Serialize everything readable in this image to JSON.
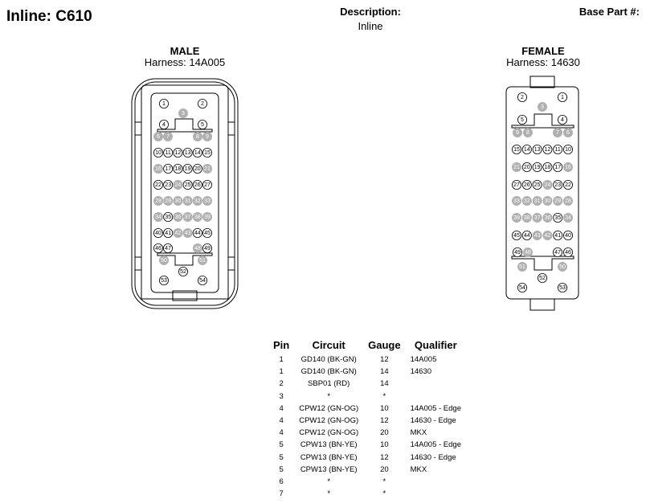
{
  "header": {
    "title": "Inline: C610",
    "description_label": "Description:",
    "description_value": "Inline",
    "base_part_label": "Base Part #:"
  },
  "male": {
    "label": "MALE",
    "harness": "Harness: 14A005"
  },
  "female": {
    "label": "FEMALE",
    "harness": "Harness: 14630"
  },
  "table": {
    "headers": [
      "Pin",
      "Circuit",
      "Gauge",
      "Qualifier"
    ],
    "rows": [
      [
        "1",
        "GD140 (BK-GN)",
        "12",
        "14A005"
      ],
      [
        "1",
        "GD140 (BK-GN)",
        "14",
        "14630"
      ],
      [
        "2",
        "SBP01 (RD)",
        "14",
        ""
      ],
      [
        "3",
        "*",
        "*",
        ""
      ],
      [
        "4",
        "CPW12 (GN-OG)",
        "10",
        "14A005 - Edge"
      ],
      [
        "4",
        "CPW12 (GN-OG)",
        "12",
        "14630 - Edge"
      ],
      [
        "4",
        "CPW12 (GN-OG)",
        "20",
        "MKX"
      ],
      [
        "5",
        "CPW13 (BN-YE)",
        "10",
        "14A005 - Edge"
      ],
      [
        "5",
        "CPW13 (BN-YE)",
        "12",
        "14630 - Edge"
      ],
      [
        "5",
        "CPW13 (BN-YE)",
        "20",
        "MKX"
      ],
      [
        "6",
        "*",
        "*",
        ""
      ],
      [
        "7",
        "*",
        "*",
        ""
      ]
    ]
  },
  "colors": {
    "filled_pin": "#b0b0b0",
    "line": "#000000",
    "background": "#ffffff"
  },
  "male_pins": [
    {
      "n": "1",
      "filled": false
    },
    {
      "n": "2",
      "filled": false
    },
    {
      "n": "3",
      "filled": true
    },
    {
      "n": "4",
      "filled": false
    },
    {
      "n": "5",
      "filled": false
    },
    {
      "n": "6",
      "filled": true
    },
    {
      "n": "7",
      "filled": true
    },
    {
      "n": "8",
      "filled": true
    },
    {
      "n": "9",
      "filled": true
    },
    {
      "n": "10",
      "filled": false
    },
    {
      "n": "11",
      "filled": false
    },
    {
      "n": "12",
      "filled": false
    },
    {
      "n": "13",
      "filled": false
    },
    {
      "n": "14",
      "filled": false
    },
    {
      "n": "15",
      "filled": false
    },
    {
      "n": "16",
      "filled": true
    },
    {
      "n": "17",
      "filled": false
    },
    {
      "n": "18",
      "filled": false
    },
    {
      "n": "19",
      "filled": false
    },
    {
      "n": "20",
      "filled": false
    },
    {
      "n": "21",
      "filled": true
    },
    {
      "n": "22",
      "filled": false
    },
    {
      "n": "23",
      "filled": false
    },
    {
      "n": "24",
      "filled": true
    },
    {
      "n": "25",
      "filled": false
    },
    {
      "n": "26",
      "filled": false
    },
    {
      "n": "27",
      "filled": false
    },
    {
      "n": "28",
      "filled": true
    },
    {
      "n": "29",
      "filled": true
    },
    {
      "n": "30",
      "filled": true
    },
    {
      "n": "31",
      "filled": true
    },
    {
      "n": "32",
      "filled": true
    },
    {
      "n": "33",
      "filled": true
    },
    {
      "n": "34",
      "filled": true
    },
    {
      "n": "35",
      "filled": false
    },
    {
      "n": "36",
      "filled": true
    },
    {
      "n": "37",
      "filled": true
    },
    {
      "n": "38",
      "filled": true
    },
    {
      "n": "39",
      "filled": true
    },
    {
      "n": "40",
      "filled": false
    },
    {
      "n": "41",
      "filled": false
    },
    {
      "n": "42",
      "filled": true
    },
    {
      "n": "43",
      "filled": true
    },
    {
      "n": "44",
      "filled": false
    },
    {
      "n": "45",
      "filled": false
    },
    {
      "n": "46",
      "filled": false
    },
    {
      "n": "47",
      "filled": false
    },
    {
      "n": "48",
      "filled": true
    },
    {
      "n": "49",
      "filled": false
    },
    {
      "n": "50",
      "filled": true
    },
    {
      "n": "51",
      "filled": true
    },
    {
      "n": "52",
      "filled": false
    },
    {
      "n": "53",
      "filled": false
    },
    {
      "n": "54",
      "filled": false
    }
  ],
  "female_pins": [
    {
      "n": "2",
      "filled": false
    },
    {
      "n": "1",
      "filled": false
    },
    {
      "n": "3",
      "filled": true
    },
    {
      "n": "5",
      "filled": false
    },
    {
      "n": "4",
      "filled": false
    },
    {
      "n": "9",
      "filled": true
    },
    {
      "n": "8",
      "filled": true
    },
    {
      "n": "7",
      "filled": true
    },
    {
      "n": "6",
      "filled": true
    },
    {
      "n": "15",
      "filled": false
    },
    {
      "n": "14",
      "filled": false
    },
    {
      "n": "13",
      "filled": false
    },
    {
      "n": "12",
      "filled": false
    },
    {
      "n": "11",
      "filled": false
    },
    {
      "n": "10",
      "filled": false
    },
    {
      "n": "21",
      "filled": true
    },
    {
      "n": "20",
      "filled": false
    },
    {
      "n": "19",
      "filled": false
    },
    {
      "n": "18",
      "filled": false
    },
    {
      "n": "17",
      "filled": false
    },
    {
      "n": "16",
      "filled": true
    },
    {
      "n": "27",
      "filled": false
    },
    {
      "n": "26",
      "filled": false
    },
    {
      "n": "25",
      "filled": false
    },
    {
      "n": "24",
      "filled": true
    },
    {
      "n": "23",
      "filled": false
    },
    {
      "n": "22",
      "filled": false
    },
    {
      "n": "33",
      "filled": true
    },
    {
      "n": "32",
      "filled": true
    },
    {
      "n": "31",
      "filled": true
    },
    {
      "n": "30",
      "filled": true
    },
    {
      "n": "29",
      "filled": true
    },
    {
      "n": "28",
      "filled": true
    },
    {
      "n": "39",
      "filled": true
    },
    {
      "n": "38",
      "filled": true
    },
    {
      "n": "37",
      "filled": true
    },
    {
      "n": "36",
      "filled": true
    },
    {
      "n": "35",
      "filled": false
    },
    {
      "n": "34",
      "filled": true
    },
    {
      "n": "45",
      "filled": false
    },
    {
      "n": "44",
      "filled": false
    },
    {
      "n": "43",
      "filled": true
    },
    {
      "n": "42",
      "filled": true
    },
    {
      "n": "41",
      "filled": false
    },
    {
      "n": "40",
      "filled": false
    },
    {
      "n": "49",
      "filled": false
    },
    {
      "n": "48",
      "filled": true
    },
    {
      "n": "47",
      "filled": false
    },
    {
      "n": "46",
      "filled": false
    },
    {
      "n": "51",
      "filled": true
    },
    {
      "n": "50",
      "filled": true
    },
    {
      "n": "52",
      "filled": false
    },
    {
      "n": "54",
      "filled": false
    },
    {
      "n": "53",
      "filled": false
    }
  ]
}
